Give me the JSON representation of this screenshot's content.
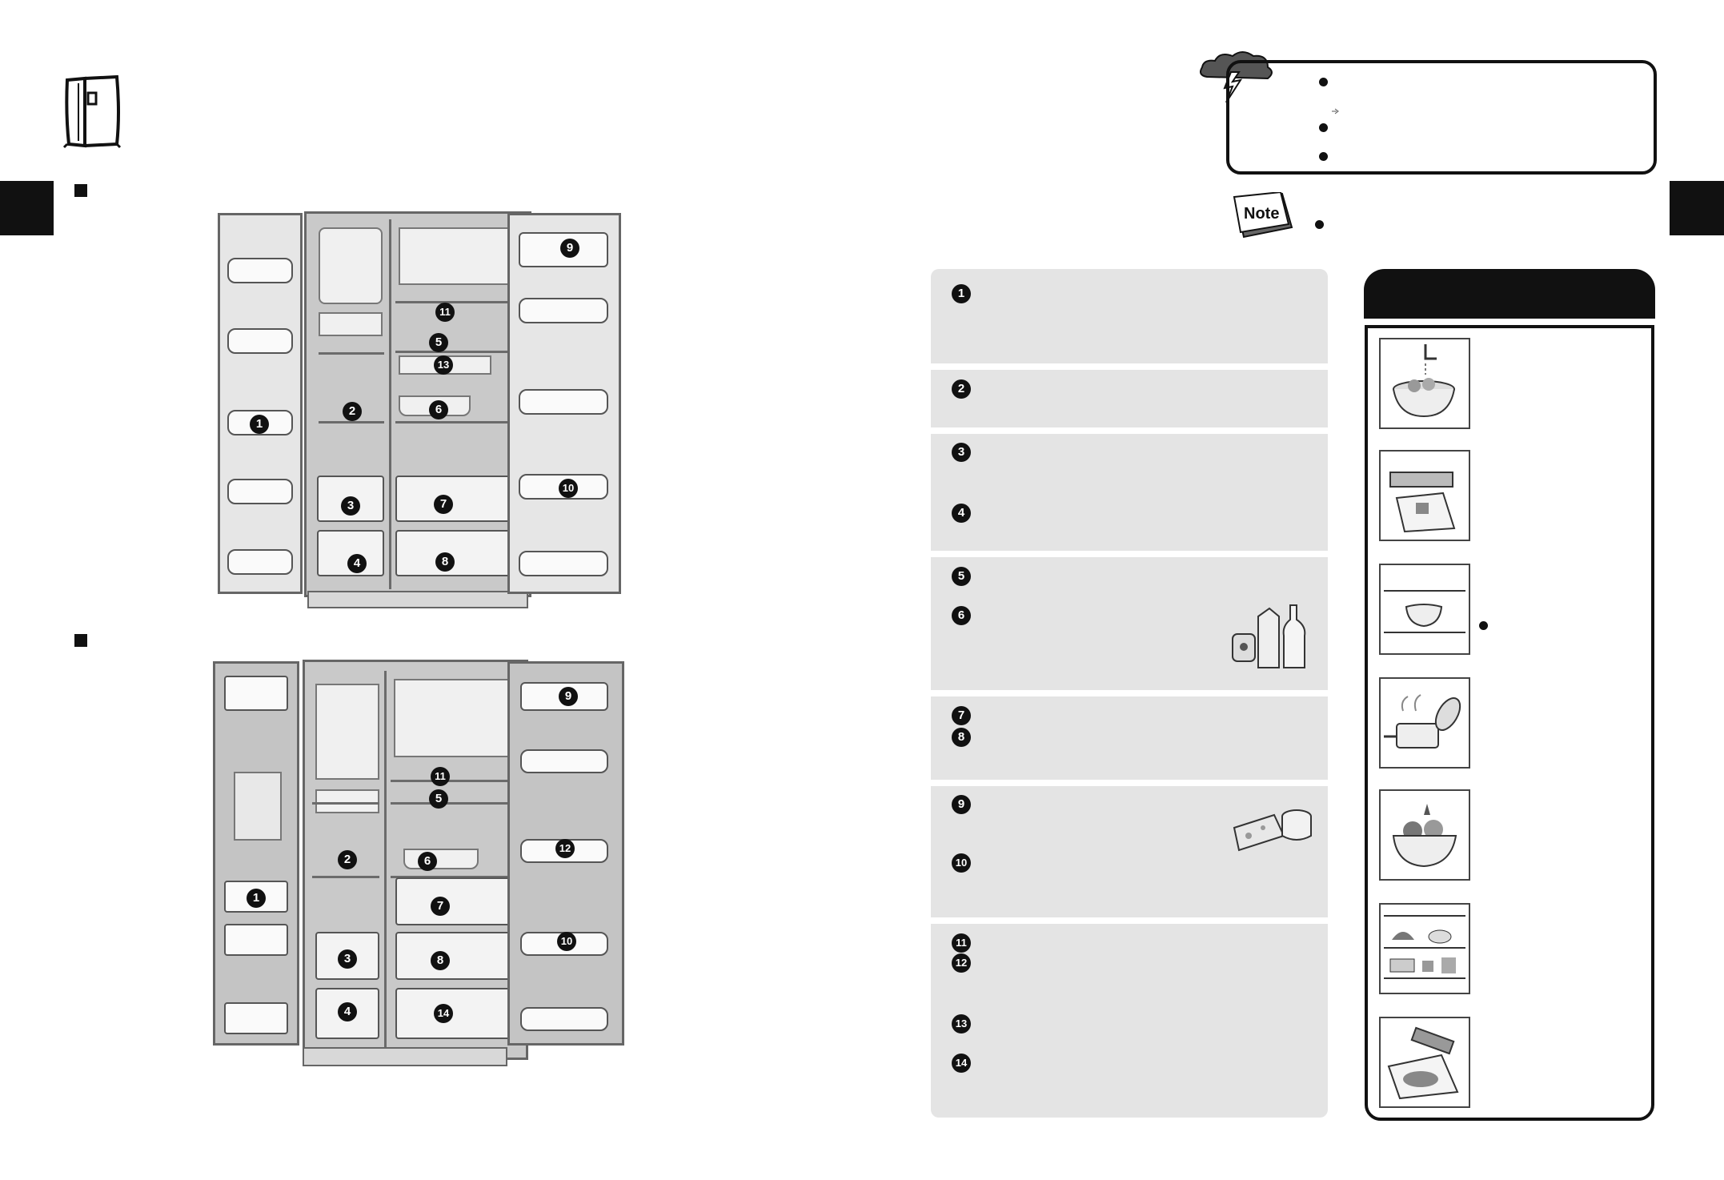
{
  "page": {
    "callouts": [
      "1",
      "2",
      "3",
      "4",
      "5",
      "6",
      "7",
      "8",
      "9",
      "10",
      "11",
      "12",
      "13",
      "14"
    ]
  },
  "note_badge": "Note",
  "icons": [
    "fridge-icon",
    "storm-cloud-icon",
    "note-icon",
    "pointer-icon"
  ]
}
